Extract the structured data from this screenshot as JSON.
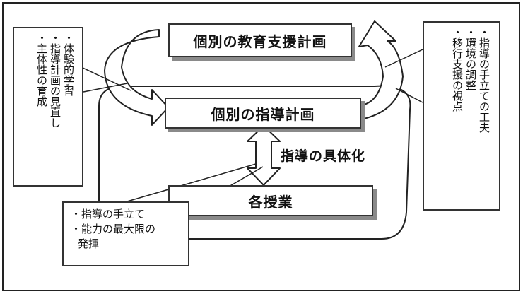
{
  "nodes": {
    "support_plan": "個別の教育支援計画",
    "guidance_plan": "個別の指導計画",
    "classes": "各授業"
  },
  "edge_label": "指導の具体化",
  "left_notes": [
    "・体験的学習",
    "・指導計画の見直し",
    "・主体性の育成"
  ],
  "right_notes": [
    "・指導の手立ての工夫",
    "・環境の調整",
    "・移行支援の視点"
  ],
  "bottom_notes": [
    "・指導の手立て",
    "・能力の最大限の",
    "発揮"
  ]
}
